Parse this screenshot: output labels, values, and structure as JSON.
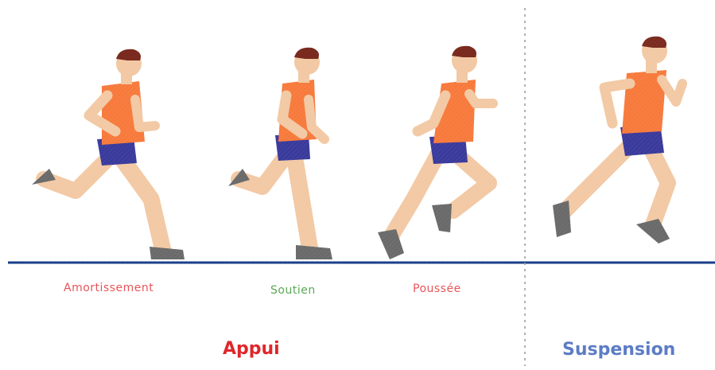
{
  "phases": {
    "amortissement": "Amortissement",
    "soutien": "Soutien",
    "poussee": "Poussée",
    "appui": "Appui",
    "suspension": "Suspension"
  },
  "colors": {
    "amortissement": "#e8555a",
    "soutien": "#5aa855",
    "poussee": "#e8555a",
    "appui": "#e0262b",
    "suspension": "#5c7cc4",
    "ground": "#1a3f8a",
    "skin": "#f2c9a4",
    "shirt": "#f77a3c",
    "shorts": "#3a3a9c",
    "hair": "#7a2a1e",
    "shoe": "#6a6a6a"
  },
  "runners": [
    {
      "name": "runner-amortissement"
    },
    {
      "name": "runner-soutien"
    },
    {
      "name": "runner-poussee"
    },
    {
      "name": "runner-suspension"
    }
  ]
}
